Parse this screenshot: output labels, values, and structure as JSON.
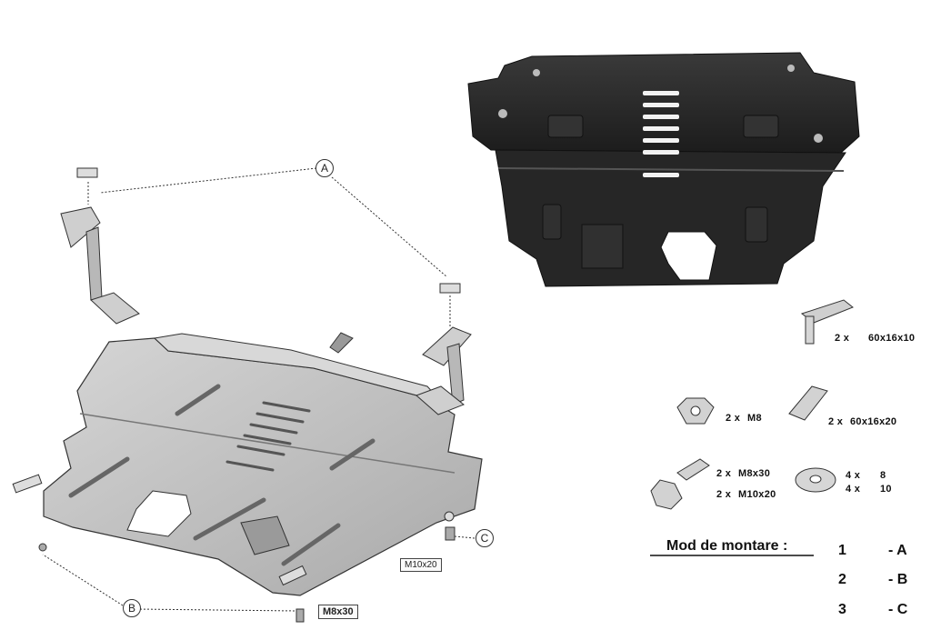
{
  "callouts": {
    "a": "A",
    "b": "B",
    "c": "C"
  },
  "tags": {
    "m10x20": "M10x20",
    "m8x30": "M8x30"
  },
  "parts": {
    "bolt_qty": "2 x",
    "bolt_size": "60x16x10",
    "nut_qty": "2 x",
    "nut_size": "M8",
    "plate_qty": "2 x",
    "plate_size": "60x16x20",
    "screw_qty_1": "2 x",
    "screw_size_1": "M8x30",
    "screw_qty_2": "2 x",
    "screw_size_2": "M10x20",
    "washer_qty_1": "4 x",
    "washer_size_1": "8",
    "washer_qty_2": "4 x",
    "washer_size_2": "10"
  },
  "mounting": {
    "title": "Mod de montare :",
    "rows": [
      {
        "num": "1",
        "code": "- A"
      },
      {
        "num": "2",
        "code": "- B"
      },
      {
        "num": "3",
        "code": "- C"
      }
    ]
  },
  "colors": {
    "plate_dark": "#2a2a2a",
    "plate_light": "#c4c4c4",
    "line": "#333333"
  }
}
